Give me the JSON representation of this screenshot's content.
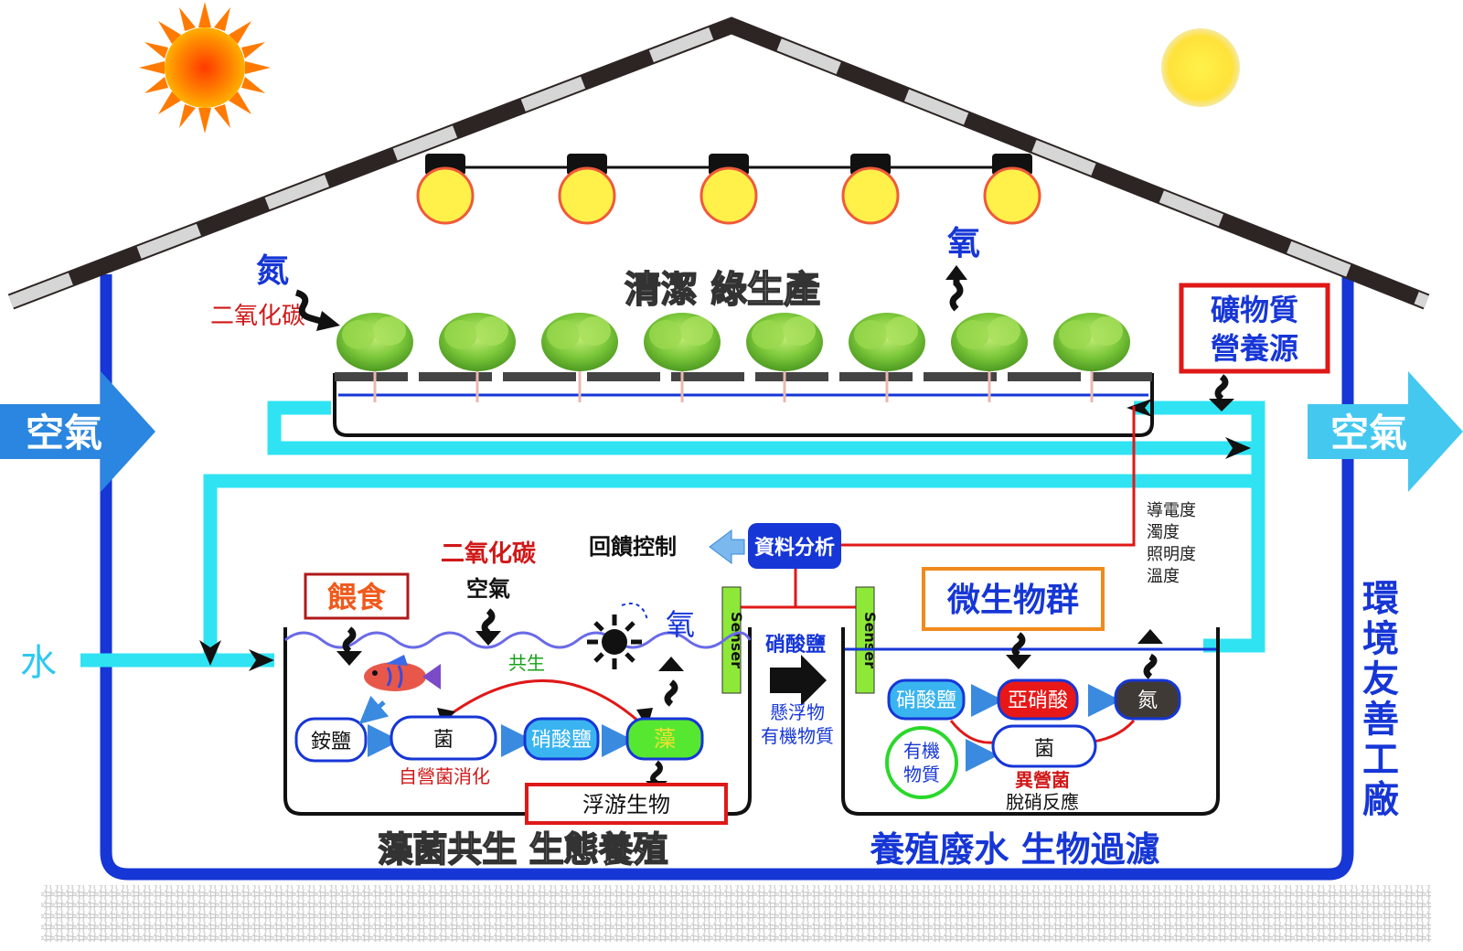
{
  "top": {
    "title_production": "清潔 綠生產",
    "nitrogen_in": "氮",
    "co2_in": "二氧化碳",
    "oxygen_out": "氧",
    "mineral_line1": "礦物質",
    "mineral_line2": "營養源"
  },
  "sides": {
    "air_in": "空氣",
    "air_out": "空氣",
    "water_in": "水",
    "factory_label": "環境友善工廠"
  },
  "sensor_params": [
    "導電度",
    "濁度",
    "照明度",
    "溫度"
  ],
  "control": {
    "feedback": "回饋控制",
    "analysis": "資料分析",
    "sensor_label": "Senser"
  },
  "left_tank": {
    "feed": "餵食",
    "co2": "二氧化碳",
    "air": "空氣",
    "oxygen": "氧",
    "symbiosis": "共生",
    "ammonium": "銨鹽",
    "bacteria": "菌",
    "nitrate": "硝酸鹽",
    "algae": "藻",
    "autotroph": "自營菌消化",
    "plankton": "浮游生物",
    "title": "藻菌共生 生態養殖"
  },
  "transfer": {
    "nitrate": "硝酸鹽",
    "suspended": "懸浮物",
    "organic": "有機物質"
  },
  "right_tank": {
    "microbes": "微生物群",
    "nitrate": "硝酸鹽",
    "nitrite": "亞硝酸",
    "nitrogen": "氮",
    "organic_line1": "有機",
    "organic_line2": "物質",
    "bacteria": "菌",
    "heterotroph": "異營菌",
    "denitrification": "脫硝反應",
    "title": "養殖廢水 生物過濾"
  },
  "colors": {
    "house_wall": "#1636d6",
    "water_pipe": "#2fe3f3",
    "air_arrow_in": "#2a86e0",
    "air_arrow_out": "#44c8f0",
    "sun": "#ff7a00",
    "moon": "#ffe640",
    "lamp": "#fff14a",
    "algae": "#56e830",
    "nitrite": "#e81818",
    "red_box": "#e01818",
    "orange_box": "#f08a1c"
  }
}
